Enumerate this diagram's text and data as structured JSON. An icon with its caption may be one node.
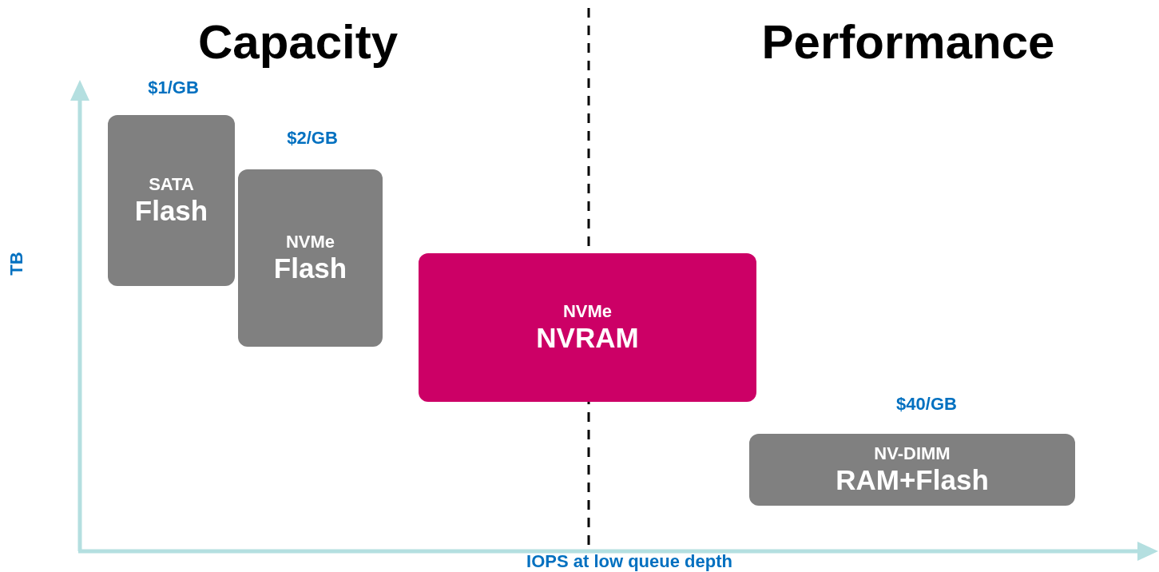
{
  "diagram": {
    "nodes": [
      {
        "text": [
          "SATA",
          "Flash"
        ],
        "beside": [
          "$1/GB"
        ]
      },
      {
        "text": [
          "NVMe",
          "Flash"
        ],
        "beside": [
          "$2/GB"
        ]
      },
      {
        "text": [
          "NVMe",
          "NVRAM"
        ]
      },
      {
        "text": [
          "NV-DIMM",
          "RAM+Flash"
        ],
        "beside": [
          "$40/GB"
        ]
      }
    ],
    "labels": [
      "Capacity",
      "Performance",
      "TB",
      "IOPS at low queue depth"
    ]
  }
}
